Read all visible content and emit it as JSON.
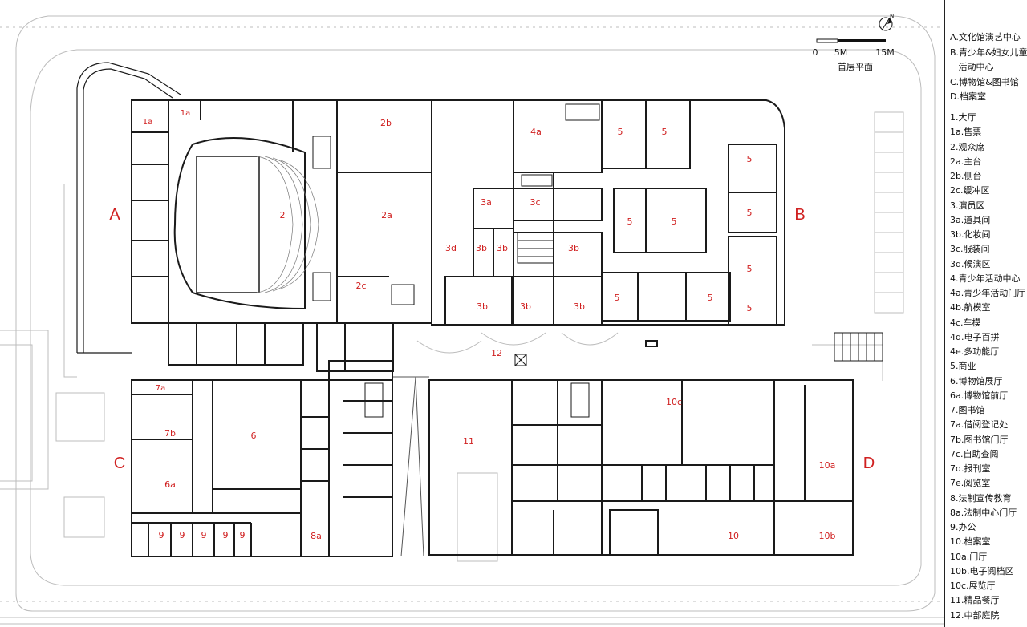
{
  "scale": {
    "ticks": [
      "0",
      "5M",
      "15M"
    ],
    "north": "N",
    "title": "首层平面"
  },
  "zones": [
    {
      "id": "A",
      "label": "A"
    },
    {
      "id": "B",
      "label": "B"
    },
    {
      "id": "C",
      "label": "C"
    },
    {
      "id": "D",
      "label": "D"
    }
  ],
  "rooms": [
    "1a",
    "1a",
    "2b",
    "2",
    "2a",
    "2c",
    "4a",
    "5",
    "5",
    "5",
    "3a",
    "3c",
    "3d",
    "3b",
    "3b",
    "3b",
    "3b",
    "3b",
    "3b",
    "5",
    "5",
    "5",
    "5",
    "5",
    "5",
    "5",
    "12",
    "7a",
    "7b",
    "6",
    "6a",
    "9",
    "9",
    "9",
    "9",
    "9",
    "8a",
    "11",
    "10c",
    "10a",
    "10",
    "10b"
  ],
  "legend": {
    "zones": [
      "A.文化馆演艺中心",
      "B.青少年&妇女儿童",
      "   活动中心",
      "C.博物馆&图书馆",
      "D.档案室"
    ],
    "rooms": [
      "1.大厅",
      "1a.售票",
      "2.观众席",
      "2a.主台",
      "2b.侧台",
      "2c.缓冲区",
      "3.演员区",
      "3a.道具间",
      "3b.化妆间",
      "3c.服装间",
      "3d.候演区",
      "4.青少年活动中心",
      "4a.青少年活动门厅",
      "4b.航模室",
      "4c.车模",
      "4d.电子百拼",
      "4e.多功能厅",
      "5.商业",
      "6.博物馆展厅",
      "6a.博物馆前厅",
      "7.图书馆",
      "7a.借阅登记处",
      "7b.图书馆门厅",
      "7c.自助查阅",
      "7d.报刊室",
      "7e.阅览室",
      "8.法制宣传教育",
      "8a.法制中心门厅",
      "9.办公",
      "10.档案室",
      "10a.门厅",
      "10b.电子阅档区",
      "10c.展览厅",
      "11.精品餐厅",
      "12.中部庭院"
    ]
  },
  "colors": {
    "walls": "#1a1a1a",
    "labels": "#d02020",
    "site": "#bcbcbc"
  }
}
